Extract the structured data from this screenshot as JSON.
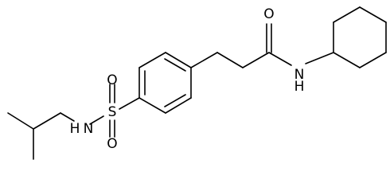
{
  "atoms": [
    {
      "id": "O1",
      "label": "O"
    },
    {
      "id": "N1",
      "label": "N"
    },
    {
      "id": "H1",
      "label": "H"
    },
    {
      "id": "S1",
      "label": "S"
    },
    {
      "id": "O2",
      "label": "O"
    },
    {
      "id": "O3",
      "label": "O"
    },
    {
      "id": "N2",
      "label": "N"
    },
    {
      "id": "H2",
      "label": "H"
    }
  ],
  "colors": {
    "bond": "#000000",
    "background": "#ffffff"
  }
}
